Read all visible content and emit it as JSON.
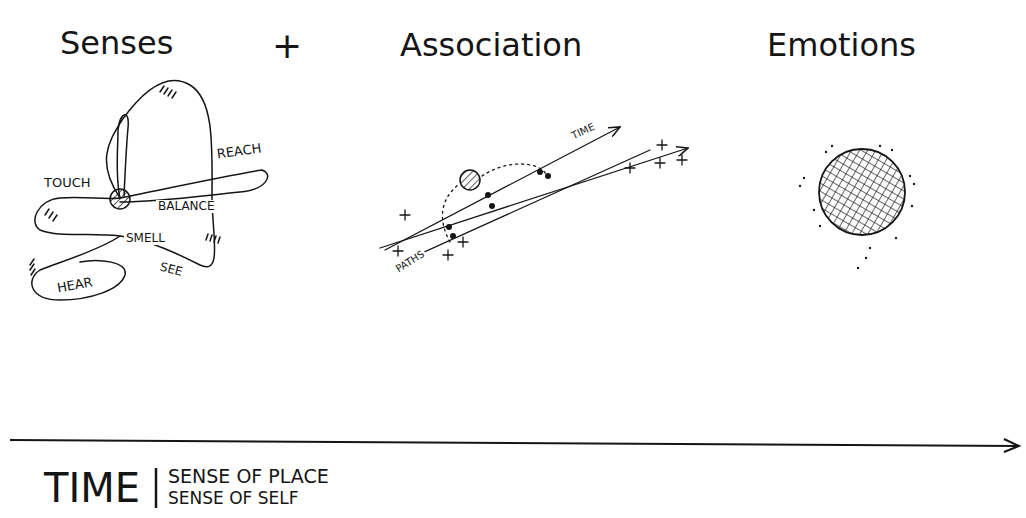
{
  "diagram": {
    "labels": [
      "Senses",
      "+",
      "Association",
      "Emotions",
      "TOUCH",
      "REACH",
      "BALANCE",
      "SMELL",
      "SEE",
      "HEAR",
      "TIME",
      "PATHS",
      "TIME",
      "SENSE OF PLACE",
      "SENSE OF SELF"
    ]
  }
}
